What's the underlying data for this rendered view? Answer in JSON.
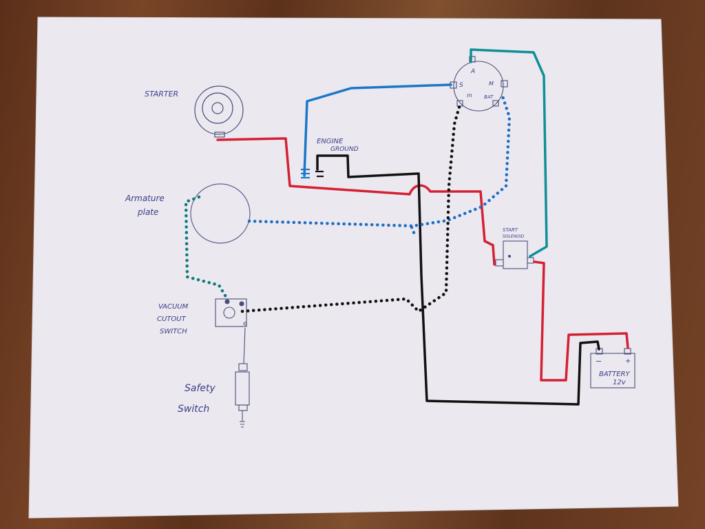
{
  "labels": {
    "starter": "STARTER",
    "engine_ground_1": "ENGINE",
    "engine_ground_2": "GROUND",
    "armature_1": "Armature",
    "armature_2": "plate",
    "vacuum_1": "VACUUM",
    "vacuum_2": "CUTOUT",
    "vacuum_3": "SWITCH",
    "safety_1": "Safety",
    "safety_2": "Switch",
    "start_solenoid_1": "START",
    "start_solenoid_2": "SOLENOID",
    "battery_1": "BATTERY",
    "battery_2": "12v",
    "term_a": "A",
    "term_s": "S",
    "term_m1": "M",
    "term_m2": "m",
    "term_bat": "BAT",
    "batt_neg": "−",
    "batt_pos": "+"
  },
  "colors": {
    "paper": "#ebe8ef",
    "red_wire": "#d42033",
    "blue_wire": "#1a78c8",
    "teal_wire": "#0f8f96",
    "black_wire": "#111111",
    "teal_dotted": "#0b7c78",
    "blue_dotted": "#1e6fc0",
    "pen_ink": "#3a3f8a"
  }
}
